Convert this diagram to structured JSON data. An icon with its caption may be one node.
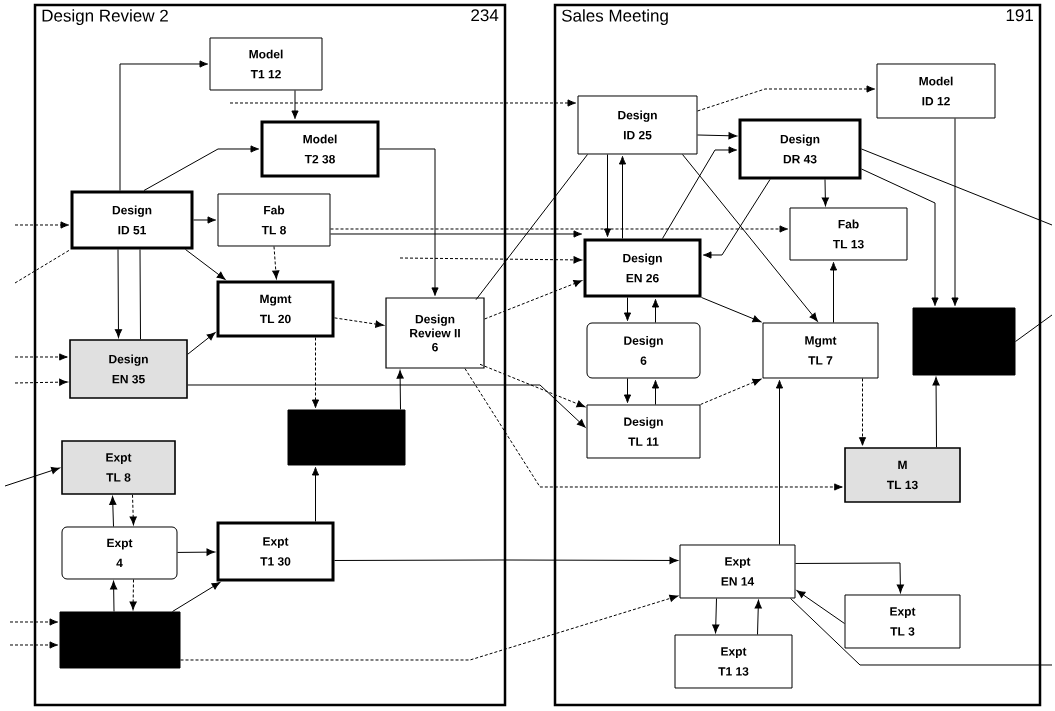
{
  "diagram": {
    "nodes": [
      {
        "text": [
          "Design Review 2",
          "234"
        ]
      },
      {
        "text": [
          "Model",
          "T1 12"
        ],
        "in": 0
      },
      {
        "text": [
          "Model",
          "T2 38"
        ],
        "in": 0
      },
      {
        "text": [
          "Design",
          "ID 51"
        ],
        "in": 0
      },
      {
        "text": [
          "Fab",
          "TL 8"
        ],
        "in": 0
      },
      {
        "text": [
          "Mgmt",
          "TL 20"
        ],
        "in": 0
      },
      {
        "text": [
          "Design",
          "Review II",
          "6"
        ],
        "in": 0
      },
      {
        "text": [
          "Design",
          "EN 35"
        ],
        "in": 0
      },
      {
        "text": [],
        "shape": "box",
        "in": 0
      },
      {
        "text": [
          "Expt",
          "TL 8"
        ],
        "in": 0
      },
      {
        "text": [
          "Expt",
          "4"
        ],
        "in": 0
      },
      {
        "text": [
          "Expt",
          "T1 30"
        ],
        "in": 0
      },
      {
        "text": [],
        "shape": "box",
        "in": 0
      },
      {
        "text": [
          "Sales Meeting",
          "191"
        ]
      },
      {
        "text": [
          "Design",
          "ID 25"
        ],
        "in": 13
      },
      {
        "text": [
          "Design",
          "DR 43"
        ],
        "in": 13
      },
      {
        "text": [
          "Model",
          "ID 12"
        ],
        "in": 13
      },
      {
        "text": [
          "Fab",
          "TL 13"
        ],
        "in": 13
      },
      {
        "text": [
          "Design",
          "EN 26"
        ],
        "in": 13
      },
      {
        "text": [
          "Design",
          "6"
        ],
        "in": 13
      },
      {
        "text": [
          "Mgmt",
          "TL 7"
        ],
        "in": 13
      },
      {
        "text": [],
        "shape": "octagon",
        "in": 13
      },
      {
        "text": [
          "Design",
          "TL 11"
        ],
        "in": 13
      },
      {
        "text": [
          "M",
          "TL 13"
        ],
        "in": 13
      },
      {
        "text": [
          "Expt",
          "EN 14"
        ],
        "in": 13
      },
      {
        "text": [
          "Expt",
          "TL 3"
        ],
        "in": 13
      },
      {
        "text": [
          "Expt",
          "T1 13"
        ],
        "in": 13
      }
    ],
    "edges": [
      {
        "from": 3,
        "to": 1,
        "arrow": "to"
      },
      {
        "from": 1,
        "to": 2,
        "arrow": "to"
      },
      {
        "from": 3,
        "to": 2,
        "arrow": "to"
      },
      {
        "from": 3,
        "to": 4,
        "arrow": "to"
      },
      {
        "from": 3,
        "to": 7,
        "arrow": "to"
      },
      {
        "from": 7,
        "to": 3,
        "arrow": "none"
      },
      {
        "from": 3,
        "to": 5,
        "arrow": "to"
      },
      {
        "from": 4,
        "to": 5,
        "arrow": "to",
        "style": "dashed"
      },
      {
        "from": 7,
        "to": 5,
        "arrow": "to"
      },
      {
        "from": 5,
        "to": 6,
        "arrow": "to",
        "style": "dashed"
      },
      {
        "from": 5,
        "to": 8,
        "arrow": "to",
        "style": "dashed"
      },
      {
        "from": 8,
        "to": 6,
        "arrow": "to"
      },
      {
        "from": 2,
        "to": 6,
        "arrow": "to"
      },
      {
        "from": 10,
        "to": 9,
        "arrow": "to"
      },
      {
        "from": 9,
        "to": 10,
        "arrow": "to",
        "style": "dashed"
      },
      {
        "from": 10,
        "to": 11,
        "arrow": "to"
      },
      {
        "from": 12,
        "to": 10,
        "arrow": "to"
      },
      {
        "from": 10,
        "to": 12,
        "arrow": "to",
        "style": "dashed"
      },
      {
        "from": 12,
        "to": 11,
        "arrow": "to"
      },
      {
        "from": 11,
        "to": 8,
        "arrow": "to"
      },
      {
        "from": 11,
        "to": 24,
        "arrow": "to"
      },
      {
        "from": 12,
        "to": 24,
        "arrow": "to",
        "style": "dashed"
      },
      {
        "from": 7,
        "to": 22,
        "arrow": "to"
      },
      {
        "from": 6,
        "to": 14,
        "arrow": "none"
      },
      {
        "from": 6,
        "to": 18,
        "arrow": "to",
        "style": "dashed"
      },
      {
        "from": 6,
        "to": 22,
        "arrow": "to",
        "style": "dashed"
      },
      {
        "from": 6,
        "to": 23,
        "arrow": "to",
        "style": "dashed"
      },
      {
        "from": 4,
        "to": 18,
        "arrow": "to"
      },
      {
        "from": 14,
        "to": 15,
        "arrow": "to"
      },
      {
        "from": 18,
        "to": 15,
        "arrow": "to"
      },
      {
        "from": 15,
        "to": 18,
        "arrow": "to"
      },
      {
        "from": 14,
        "to": 18,
        "arrow": "to"
      },
      {
        "from": 18,
        "to": 14,
        "arrow": "to"
      },
      {
        "from": 14,
        "to": 20,
        "arrow": "to"
      },
      {
        "from": 14,
        "to": 16,
        "arrow": "to",
        "style": "dashed"
      },
      {
        "from": 15,
        "to": 17,
        "arrow": "to"
      },
      {
        "from": 15,
        "to": 21,
        "arrow": "to"
      },
      {
        "from": 16,
        "to": 21,
        "arrow": "to"
      },
      {
        "from": 18,
        "to": 19,
        "arrow": "to"
      },
      {
        "from": 19,
        "to": 18,
        "arrow": "to"
      },
      {
        "from": 18,
        "to": 20,
        "arrow": "to"
      },
      {
        "from": 22,
        "to": 19,
        "arrow": "to"
      },
      {
        "from": 19,
        "to": 22,
        "arrow": "to"
      },
      {
        "from": 22,
        "to": 20,
        "arrow": "to",
        "style": "dashed"
      },
      {
        "from": 20,
        "to": 23,
        "arrow": "to",
        "style": "dashed"
      },
      {
        "from": 23,
        "to": 21,
        "arrow": "to"
      },
      {
        "from": 24,
        "to": 20,
        "arrow": "to"
      },
      {
        "from": 20,
        "to": 17,
        "arrow": "to"
      },
      {
        "from": 24,
        "to": 25,
        "arrow": "to"
      },
      {
        "from": 25,
        "to": 24,
        "arrow": "to"
      },
      {
        "from": 24,
        "to": 26,
        "arrow": "to"
      },
      {
        "from": 26,
        "to": 24,
        "arrow": "to"
      },
      {
        "from": null,
        "to": 9,
        "arrow": "to"
      },
      {
        "from": null,
        "to": 3,
        "arrow": "to",
        "style": "dashed"
      },
      {
        "from": null,
        "to": 7,
        "arrow": "to",
        "style": "dashed"
      },
      {
        "from": null,
        "to": 7,
        "arrow": "to",
        "style": "dashed"
      },
      {
        "from": null,
        "to": 12,
        "arrow": "to",
        "style": "dashed"
      },
      {
        "from": null,
        "to": 12,
        "arrow": "to",
        "style": "dashed"
      },
      {
        "from": null,
        "to": 14,
        "arrow": "to",
        "style": "dashed"
      },
      {
        "from": 4,
        "to": 17,
        "arrow": "to",
        "style": "dashed"
      },
      {
        "from": null,
        "to": 18,
        "arrow": "to",
        "style": "dashed"
      },
      {
        "from": 15,
        "to": null,
        "arrow": "none"
      },
      {
        "from": 21,
        "to": null,
        "arrow": "none"
      },
      {
        "from": 24,
        "to": null,
        "arrow": "none"
      },
      {
        "from": null,
        "to": 3,
        "arrow": "none",
        "style": "dashed"
      }
    ]
  }
}
